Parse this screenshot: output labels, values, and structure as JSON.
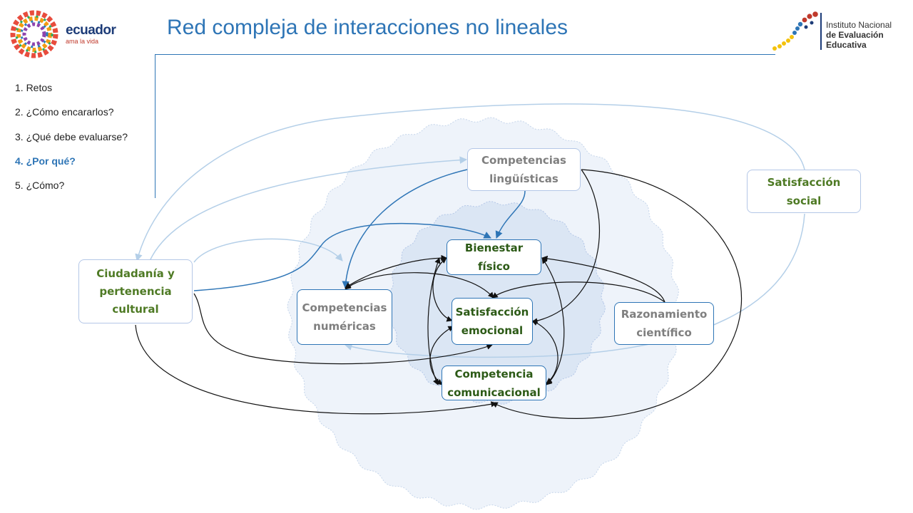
{
  "header": {
    "title": "Red compleja de interacciones no lineales"
  },
  "logo_left": {
    "word": "ecuador",
    "tagline": "ama la vida"
  },
  "logo_right": {
    "line1": "Instituto Nacional",
    "line2": "de Evaluación",
    "line3": "Educativa"
  },
  "nav": {
    "items": [
      {
        "label": "1. Retos",
        "active": false
      },
      {
        "label": "2. ¿Cómo encararlos?",
        "active": false
      },
      {
        "label": "3. ¿Qué debe evaluarse?",
        "active": false
      },
      {
        "label": "4. ¿Por qué?",
        "active": true
      },
      {
        "label": "5. ¿Cómo?",
        "active": false
      }
    ]
  },
  "nodes": {
    "linguisticas": [
      "Competencias",
      "lingüísticas"
    ],
    "satisfaccion_social": [
      "Satisfacción",
      "social"
    ],
    "ciudadania": [
      "Ciudadanía  y",
      "pertenencia",
      "cultural"
    ],
    "bienestar": [
      "Bienestar",
      "físico"
    ],
    "numericas": [
      "Competencias",
      "numéricas"
    ],
    "emocional": [
      "Satisfacción",
      "emocional"
    ],
    "razonamiento": [
      "Razonamiento",
      "científico"
    ],
    "comunicacional": [
      "Competencia",
      "comunicacional"
    ]
  },
  "colors": {
    "title": "#2e75b6",
    "arrow_dark": "#111111",
    "arrow_blue": "#2e75b6",
    "arrow_light": "#b4cfe8",
    "outer_blob": "#eef3fa",
    "inner_blob": "#dbe6f4",
    "green_text": "#4e7a24",
    "gray_text": "#7f7f7f"
  }
}
